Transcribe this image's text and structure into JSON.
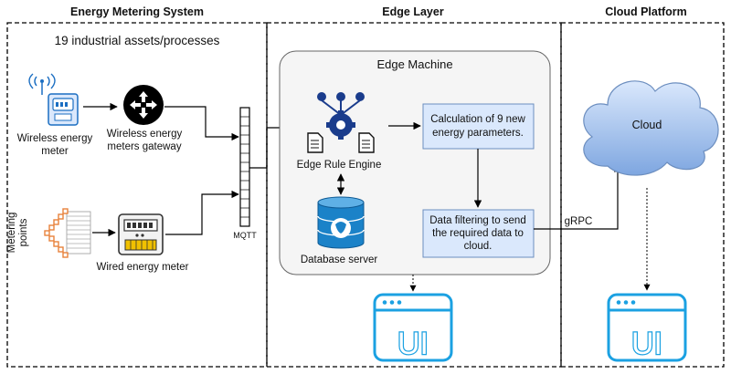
{
  "sections": {
    "energy_metering": "Energy Metering System",
    "edge_layer": "Edge Layer",
    "cloud_platform": "Cloud Platform"
  },
  "assets_label": "19 industrial assets/processes",
  "wireless_meter": [
    "Wireless energy",
    "meter"
  ],
  "gateway": [
    "Wireless energy",
    "meters gateway"
  ],
  "metering_points": [
    "Metering",
    "points"
  ],
  "wired_meter": "Wired energy meter",
  "bus_label": "MQTT",
  "edge_machine": {
    "title": "Edge Machine",
    "rule_engine": "Edge Rule Engine",
    "database": "Database server",
    "calc_box": [
      "Calculation of 9 new",
      "energy parameters."
    ],
    "filter_box": [
      "Data filtering to send",
      "the required data to",
      "cloud."
    ]
  },
  "grpc_label": "gRPC",
  "cloud_label": "Cloud",
  "ui_label": "UI",
  "colors": {
    "box_fill": "#dae8fc",
    "box_stroke": "#6c8ebf",
    "edge_bg": "#f5f5f5",
    "ui_icon": "#1ba1e2",
    "engine_blue": "#1a3c8c",
    "db_blue": "#1b82c8",
    "ladder_orange": "#e8823c"
  }
}
